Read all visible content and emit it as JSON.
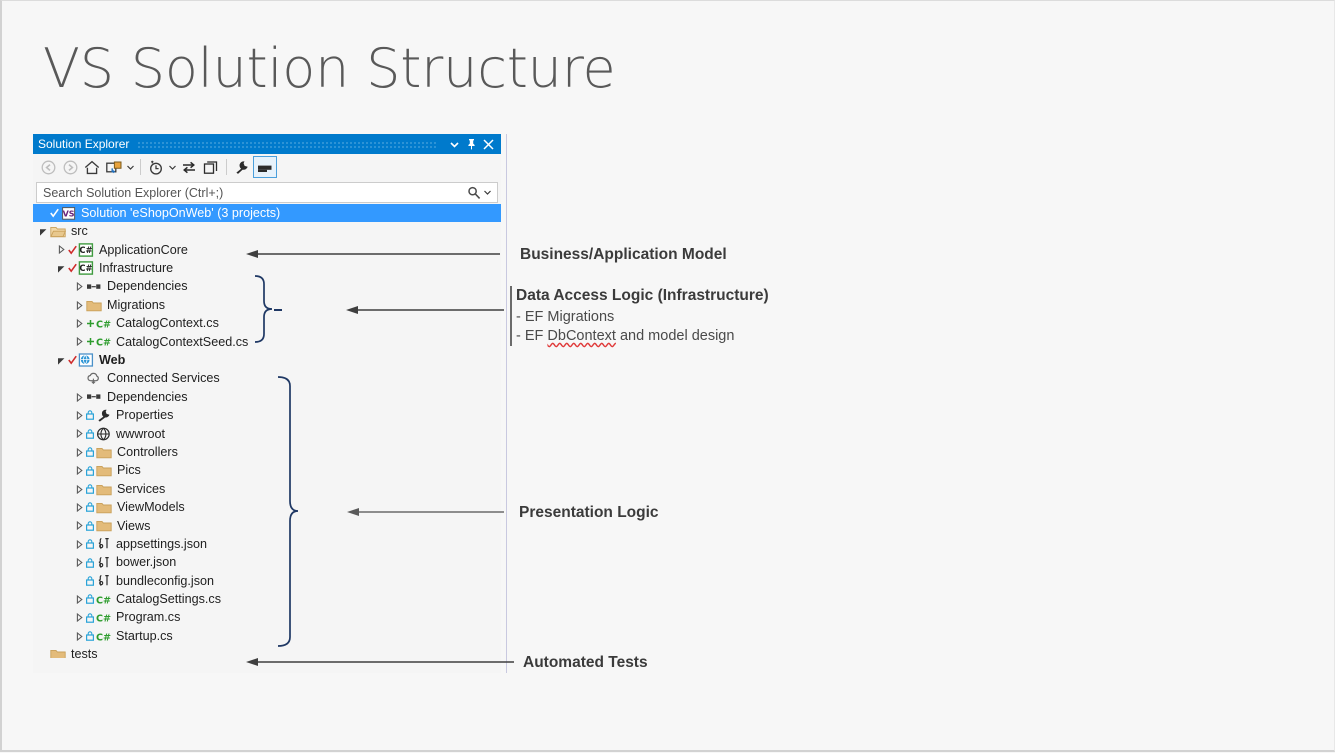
{
  "slide": {
    "title": "VS Solution Structure",
    "background_color": "#f7f7f7"
  },
  "solution_explorer": {
    "window_title": "Solution Explorer",
    "titlebar_color": "#007acc",
    "titlebar_buttons": [
      {
        "name": "dropdown-chevron",
        "label": "▾"
      },
      {
        "name": "pin",
        "label": "Pin"
      },
      {
        "name": "close",
        "label": "Close"
      }
    ],
    "toolbar": [
      {
        "name": "back-button",
        "label": "Back",
        "enabled": false
      },
      {
        "name": "forward-button",
        "label": "Forward",
        "enabled": false
      },
      {
        "name": "home-button",
        "label": "Home",
        "enabled": true
      },
      {
        "name": "solution-views-button",
        "label": "Solution Views",
        "enabled": true
      },
      {
        "name": "solution-views-caret",
        "label": "▾",
        "enabled": true
      },
      {
        "name": "pending-changes-filter-button",
        "label": "Pending Changes Filter",
        "enabled": true
      },
      {
        "name": "pending-changes-caret",
        "label": "▾",
        "enabled": true
      },
      {
        "name": "sync-with-active-document-button",
        "label": "Sync with Active Document",
        "enabled": true
      },
      {
        "name": "collapse-all-button",
        "label": "Collapse All",
        "enabled": true
      },
      {
        "name": "properties-button",
        "label": "Properties",
        "enabled": true
      },
      {
        "name": "preview-selected-items-button",
        "label": "Preview Selected Items",
        "enabled": true,
        "active": true
      }
    ],
    "search": {
      "placeholder": "Search Solution Explorer (Ctrl+;)",
      "value": ""
    },
    "tree": [
      {
        "depth": 0,
        "expander": "none",
        "icon": "solution-icon",
        "label": "Solution 'eShopOnWeb' (3 projects)",
        "selected": true,
        "bold": false,
        "checked": true
      },
      {
        "depth": 0,
        "expander": "expanded",
        "icon": "folder-open-icon",
        "label": "src",
        "selected": false,
        "bold": false
      },
      {
        "depth": 1,
        "expander": "collapsed",
        "icon": "csharp-project-icon",
        "label": "ApplicationCore",
        "selected": false,
        "bold": false,
        "checked": true
      },
      {
        "depth": 1,
        "expander": "expanded",
        "icon": "csharp-project-icon",
        "label": "Infrastructure",
        "selected": false,
        "bold": false,
        "checked": true
      },
      {
        "depth": 2,
        "expander": "collapsed",
        "icon": "dependencies-icon",
        "label": "Dependencies",
        "selected": false,
        "bold": false
      },
      {
        "depth": 2,
        "expander": "collapsed",
        "icon": "folder-icon",
        "label": "Migrations",
        "selected": false,
        "bold": false
      },
      {
        "depth": 2,
        "expander": "collapsed",
        "icon": "csharp-file-icon",
        "label": "CatalogContext.cs",
        "selected": false,
        "bold": false,
        "added": true
      },
      {
        "depth": 2,
        "expander": "collapsed",
        "icon": "csharp-file-icon",
        "label": "CatalogContextSeed.cs",
        "selected": false,
        "bold": false,
        "added": true
      },
      {
        "depth": 1,
        "expander": "expanded",
        "icon": "web-project-icon",
        "label": "Web",
        "selected": false,
        "bold": true,
        "checked": true
      },
      {
        "depth": 2,
        "expander": "none",
        "icon": "connected-services-icon",
        "label": "Connected Services",
        "selected": false,
        "bold": false
      },
      {
        "depth": 2,
        "expander": "collapsed",
        "icon": "dependencies-icon",
        "label": "Dependencies",
        "selected": false,
        "bold": false
      },
      {
        "depth": 2,
        "expander": "collapsed",
        "icon": "wrench-icon",
        "label": "Properties",
        "selected": false,
        "bold": false,
        "locked": true
      },
      {
        "depth": 2,
        "expander": "collapsed",
        "icon": "globe-icon",
        "label": "wwwroot",
        "selected": false,
        "bold": false,
        "locked": true
      },
      {
        "depth": 2,
        "expander": "collapsed",
        "icon": "folder-icon",
        "label": "Controllers",
        "selected": false,
        "bold": false,
        "locked": true
      },
      {
        "depth": 2,
        "expander": "collapsed",
        "icon": "folder-icon",
        "label": "Pics",
        "selected": false,
        "bold": false,
        "locked": true
      },
      {
        "depth": 2,
        "expander": "collapsed",
        "icon": "folder-icon",
        "label": "Services",
        "selected": false,
        "bold": false,
        "locked": true
      },
      {
        "depth": 2,
        "expander": "collapsed",
        "icon": "folder-icon",
        "label": "ViewModels",
        "selected": false,
        "bold": false,
        "locked": true
      },
      {
        "depth": 2,
        "expander": "collapsed",
        "icon": "folder-icon",
        "label": "Views",
        "selected": false,
        "bold": false,
        "locked": true
      },
      {
        "depth": 2,
        "expander": "collapsed",
        "icon": "json-file-icon",
        "label": "appsettings.json",
        "selected": false,
        "bold": false,
        "locked": true
      },
      {
        "depth": 2,
        "expander": "collapsed",
        "icon": "json-file-icon",
        "label": "bower.json",
        "selected": false,
        "bold": false,
        "locked": true
      },
      {
        "depth": 2,
        "expander": "none",
        "icon": "json-file-icon",
        "label": "bundleconfig.json",
        "selected": false,
        "bold": false,
        "locked": true
      },
      {
        "depth": 2,
        "expander": "collapsed",
        "icon": "csharp-file-icon",
        "label": "CatalogSettings.cs",
        "selected": false,
        "bold": false,
        "locked": true
      },
      {
        "depth": 2,
        "expander": "collapsed",
        "icon": "csharp-file-icon",
        "label": "Program.cs",
        "selected": false,
        "bold": false,
        "locked": true
      },
      {
        "depth": 2,
        "expander": "collapsed",
        "icon": "csharp-file-icon",
        "label": "Startup.cs",
        "selected": false,
        "bold": false,
        "locked": true
      },
      {
        "depth": 0,
        "expander": "none",
        "icon": "folder-icon",
        "label": "tests",
        "selected": false,
        "bold": false
      }
    ]
  },
  "annotations": [
    {
      "name": "annotation-business-application-model",
      "title": "Business/Application Model",
      "lines": []
    },
    {
      "name": "annotation-data-access-logic",
      "title": "Data Access Logic (Infrastructure)",
      "lines": [
        {
          "text": "-  EF Migrations",
          "misspelled": ""
        },
        {
          "pre": "-  EF ",
          "misspelled": "DbContext",
          "post": " and model design"
        }
      ]
    },
    {
      "name": "annotation-presentation-logic",
      "title": "Presentation Logic",
      "lines": []
    },
    {
      "name": "annotation-automated-tests",
      "title": "Automated Tests",
      "lines": []
    }
  ],
  "connectors": {
    "brace_color": "#1f3864",
    "arrow_color": "#3f3f3f"
  }
}
